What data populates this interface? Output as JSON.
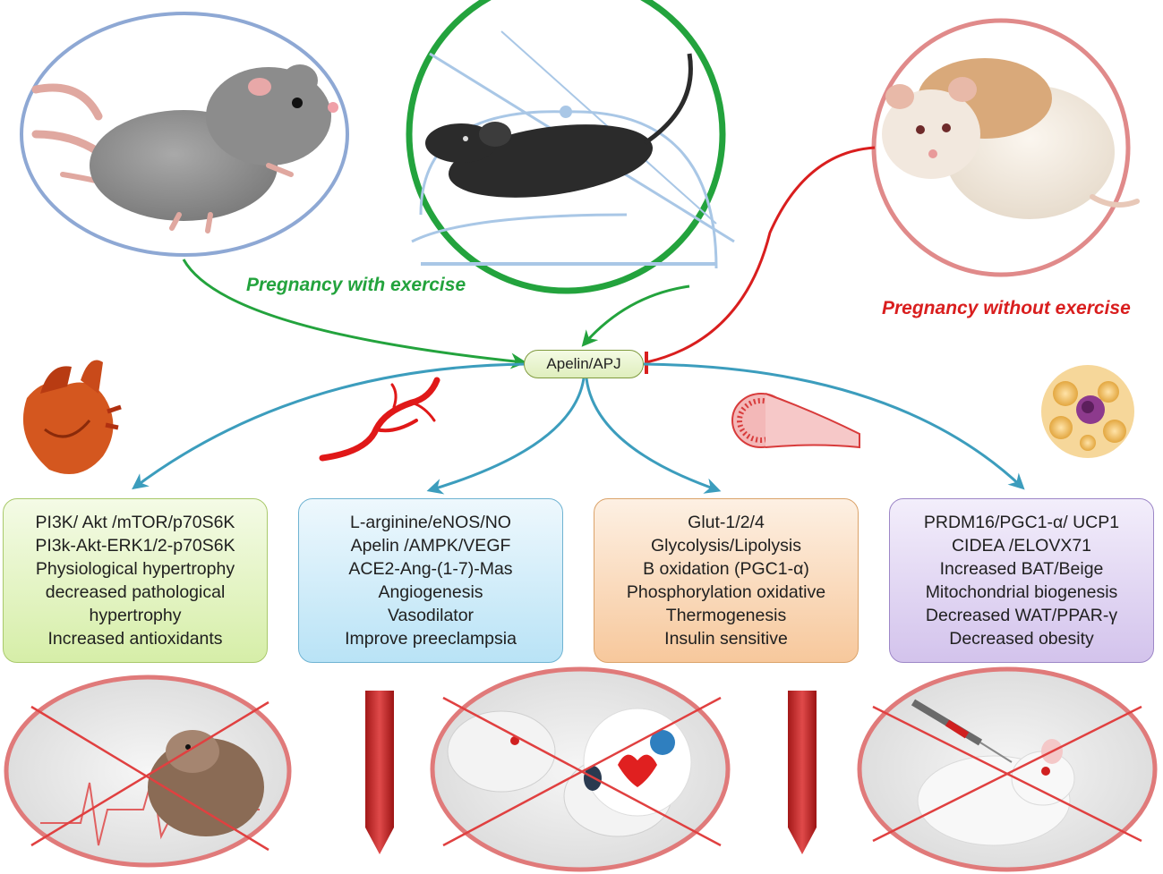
{
  "labels": {
    "with_exercise": "Pregnancy with exercise",
    "without_exercise": "Pregnancy without exercise",
    "hub": "Apelin/APJ"
  },
  "colors": {
    "green": "#23a33d",
    "red": "#d91e1e",
    "teal": "#3c9dbd",
    "blue_ring": "#8ea8d4"
  },
  "boxes": [
    {
      "lines": [
        "PI3K/ Akt /mTOR/p70S6K",
        "PI3k-Akt-ERK1/2-p70S6K",
        "Physiological hypertrophy",
        "decreased pathological",
        "hypertrophy",
        "Increased antioxidants"
      ]
    },
    {
      "lines": [
        "L-arginine/eNOS/NO",
        "Apelin /AMPK/VEGF",
        "ACE2-Ang-(1-7)-Mas",
        "Angiogenesis",
        "Vasodilator",
        "Improve  preeclampsia"
      ]
    },
    {
      "lines": [
        "Glut-1/2/4",
        "Glycolysis/Lipolysis",
        "B oxidation (PGC1-α)",
        "Phosphorylation  oxidative",
        "Thermogenesis",
        "Insulin  sensitive"
      ]
    },
    {
      "lines": [
        "PRDM16/PGC1-α/ UCP1",
        "CIDEA /ELOVX71",
        "Increased BAT/Beige",
        "Mitochondrial biogenesis",
        "Decreased WAT/PPAR-γ",
        "Decreased obesity"
      ]
    }
  ],
  "icons": [
    "gray-mouse-icon",
    "running-mouse-wheel-icon",
    "white-rat-icon",
    "heart-icon",
    "blood-vessel-icon",
    "muscle-fiber-icon",
    "adipocyte-icon",
    "crossed-mouse-heartbeat-icon",
    "crossed-mice-blood-pressure-icon",
    "crossed-mouse-injection-icon",
    "red-down-arrow-icon"
  ]
}
